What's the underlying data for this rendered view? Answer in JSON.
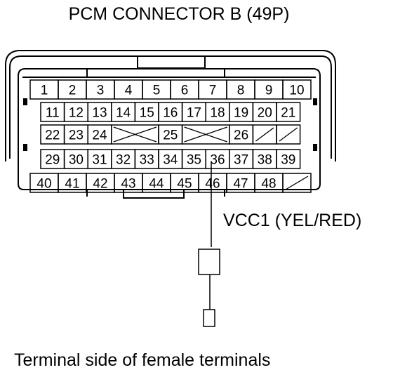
{
  "title": "PCM CONNECTOR B (49P)",
  "caption": "Terminal side of female terminals",
  "callout": {
    "label": "VCC1 (YEL/RED)",
    "pin": "36"
  },
  "rows": [
    [
      {
        "label": "1"
      },
      {
        "label": "2"
      },
      {
        "label": "3"
      },
      {
        "label": "4"
      },
      {
        "label": "5"
      },
      {
        "label": "6"
      },
      {
        "label": "7"
      },
      {
        "label": "8"
      },
      {
        "label": "9"
      },
      {
        "label": "10"
      }
    ],
    [
      {
        "label": "11"
      },
      {
        "label": "12"
      },
      {
        "label": "13"
      },
      {
        "label": "14"
      },
      {
        "label": "15"
      },
      {
        "label": "16"
      },
      {
        "label": "17"
      },
      {
        "label": "18"
      },
      {
        "label": "19"
      },
      {
        "label": "20"
      },
      {
        "label": "21"
      }
    ],
    [
      {
        "label": "22"
      },
      {
        "label": "23"
      },
      {
        "label": "24"
      },
      {
        "blank": "x",
        "span": 2
      },
      {
        "label": "25"
      },
      {
        "blank": "x",
        "span": 2
      },
      {
        "label": "26"
      },
      {
        "blank": "/"
      },
      {
        "blank": "/"
      }
    ],
    [
      {
        "label": "29"
      },
      {
        "label": "30"
      },
      {
        "label": "31"
      },
      {
        "label": "32"
      },
      {
        "label": "33"
      },
      {
        "label": "34"
      },
      {
        "label": "35"
      },
      {
        "label": "36"
      },
      {
        "label": "37"
      },
      {
        "label": "38"
      },
      {
        "label": "39"
      }
    ],
    [
      {
        "label": "40"
      },
      {
        "label": "41"
      },
      {
        "label": "42"
      },
      {
        "label": "43"
      },
      {
        "label": "44"
      },
      {
        "label": "45"
      },
      {
        "label": "46"
      },
      {
        "label": "47"
      },
      {
        "label": "48"
      },
      {
        "blank": "/"
      }
    ]
  ]
}
